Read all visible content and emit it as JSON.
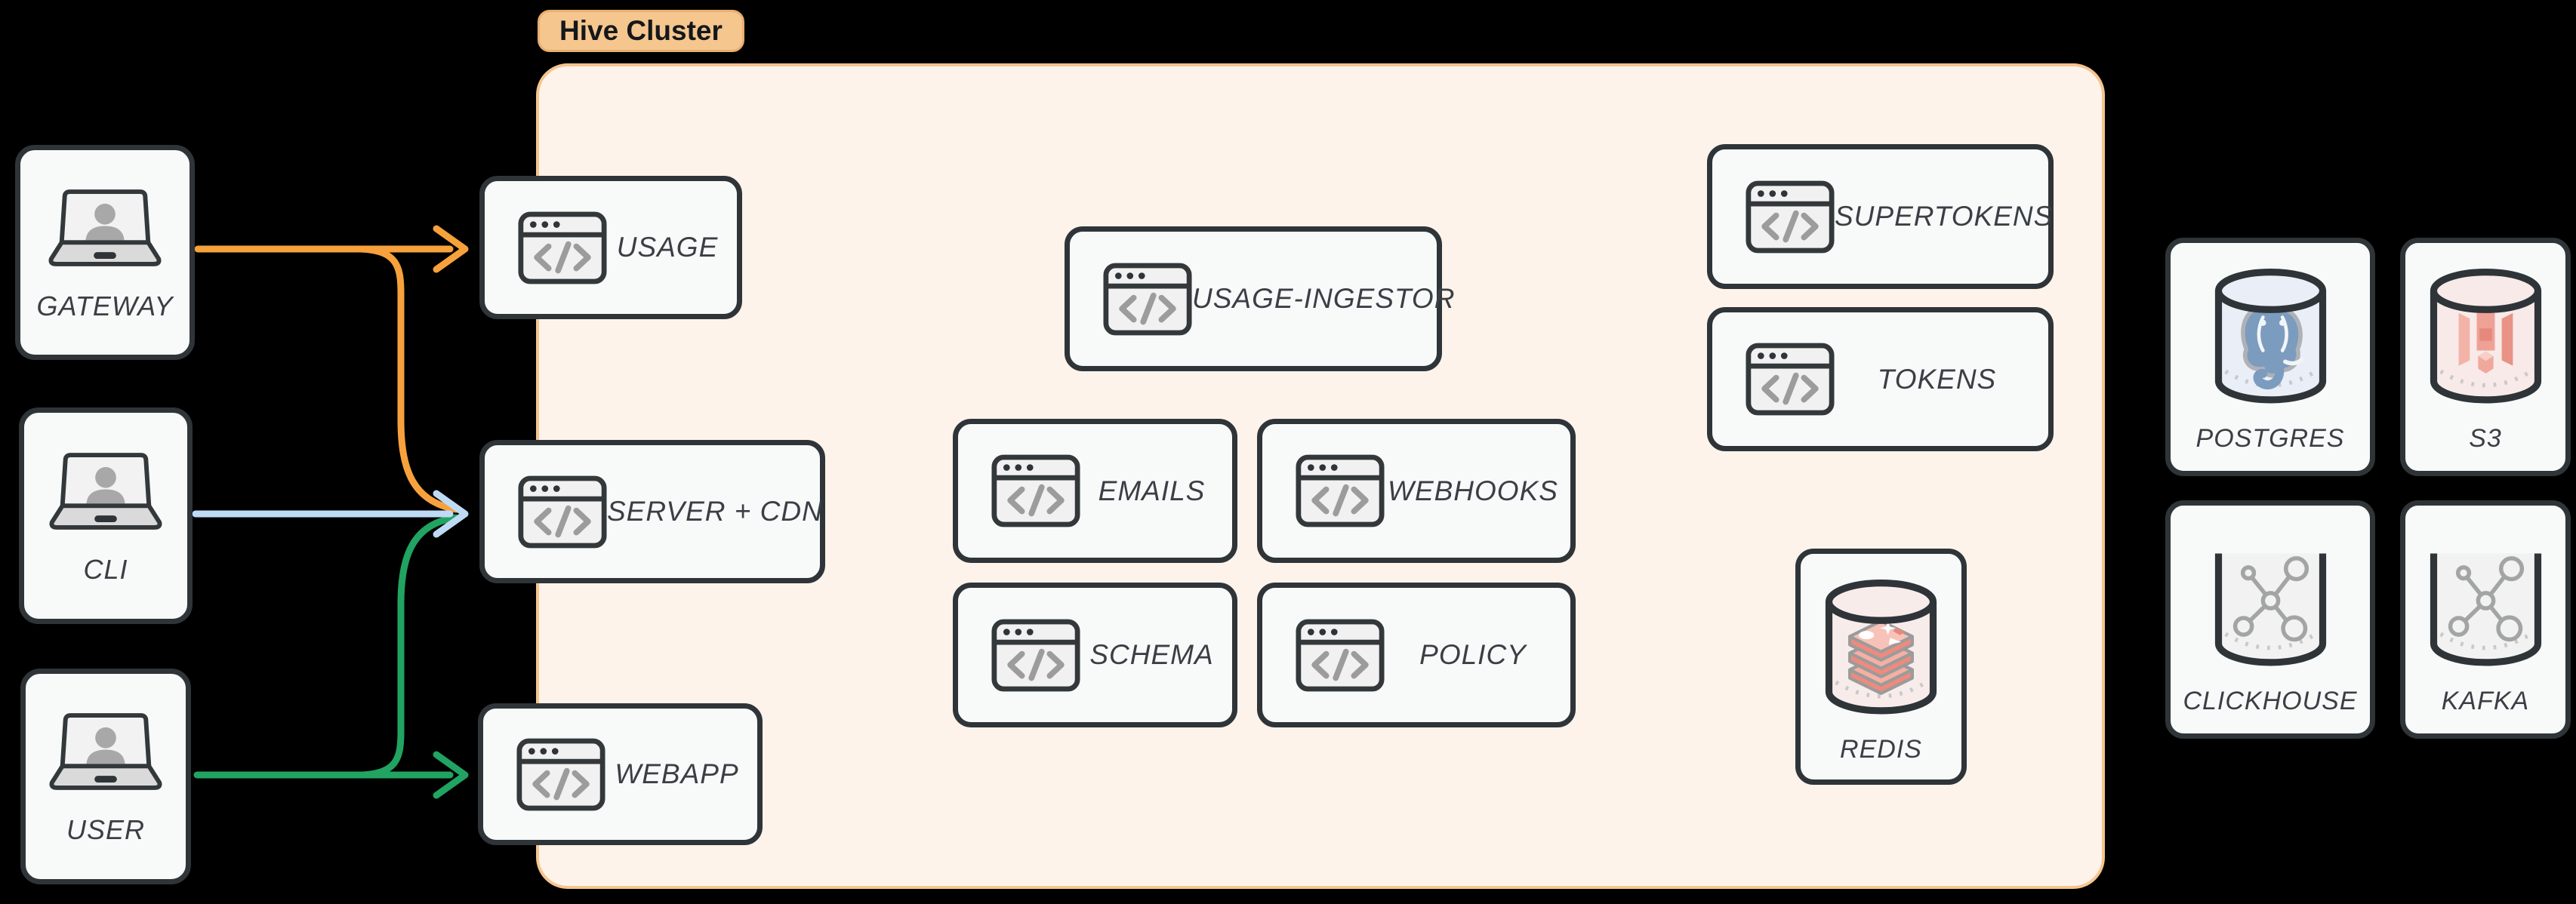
{
  "cluster": {
    "label": "Hive Cluster",
    "services": [
      {
        "id": "usage",
        "label": "USAGE",
        "type": "service"
      },
      {
        "id": "server-cdn",
        "label": "SERVER + CDN",
        "type": "service"
      },
      {
        "id": "webapp",
        "label": "WEBAPP",
        "type": "service"
      },
      {
        "id": "usage-ingestor",
        "label": "USAGE-INGESTOR",
        "type": "service"
      },
      {
        "id": "emails",
        "label": "EMAILS",
        "type": "service"
      },
      {
        "id": "webhooks",
        "label": "WEBHOOKS",
        "type": "service"
      },
      {
        "id": "schema",
        "label": "SCHEMA",
        "type": "service"
      },
      {
        "id": "policy",
        "label": "POLICY",
        "type": "service"
      },
      {
        "id": "supertokens",
        "label": "SUPERTOKENS",
        "type": "service"
      },
      {
        "id": "tokens",
        "label": "TOKENS",
        "type": "service"
      },
      {
        "id": "redis",
        "label": "REDIS",
        "type": "database"
      }
    ]
  },
  "clients": [
    {
      "id": "gateway",
      "label": "GATEWAY"
    },
    {
      "id": "cli",
      "label": "CLI"
    },
    {
      "id": "user",
      "label": "USER"
    }
  ],
  "datastores": [
    {
      "id": "postgres",
      "label": "POSTGRES"
    },
    {
      "id": "s3",
      "label": "S3"
    },
    {
      "id": "clickhouse",
      "label": "CLICKHOUSE"
    },
    {
      "id": "kafka",
      "label": "KAFKA"
    }
  ],
  "edges": [
    {
      "from": "GATEWAY",
      "to": "USAGE",
      "color": "#F7A13C"
    },
    {
      "from": "GATEWAY",
      "to": "SERVER + CDN",
      "color": "#F7A13C"
    },
    {
      "from": "CLI",
      "to": "SERVER + CDN",
      "color": "#BEDBF5"
    },
    {
      "from": "USER",
      "to": "SERVER + CDN",
      "color": "#21A362"
    },
    {
      "from": "USER",
      "to": "WEBAPP",
      "color": "#21A362"
    }
  ],
  "colors": {
    "background": "#000000",
    "cluster_fill": "#FDF3EB",
    "cluster_border": "#F6C48E",
    "pill_fill": "#F5C68E",
    "node_fill": "#F7FAF9",
    "node_border": "#2F3438",
    "edge_orange": "#F7A13C",
    "edge_blue": "#BEDBF5",
    "edge_green": "#21A362",
    "icon_gray": "#9C9C9C",
    "redis_red": "#EC8B7E",
    "postgres_blue": "#7B9CBF",
    "s3_red": "#EFA79B"
  }
}
